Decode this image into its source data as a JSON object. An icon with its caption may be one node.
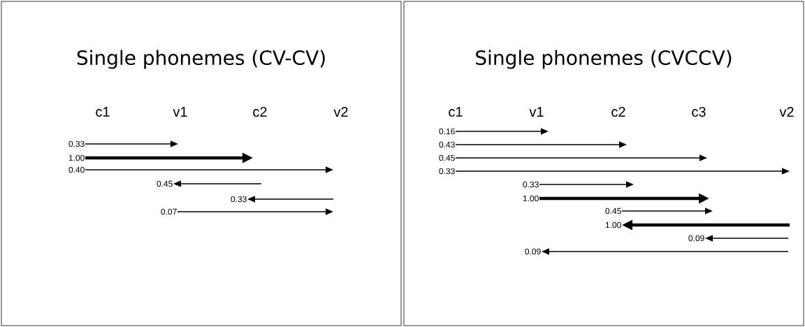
{
  "diagram": {
    "nodes": [
      {
        "text": [
          "Single phonemes (CV-CV)"
        ]
      },
      {
        "text": [
          "0.33"
        ],
        "in": 0
      },
      {
        "text": [
          "1.00"
        ],
        "in": 0
      },
      {
        "text": [
          "0.40"
        ],
        "in": 0
      },
      {
        "text": [
          "0.45"
        ],
        "in": 0
      },
      {
        "text": [
          "0.33"
        ],
        "in": 0
      },
      {
        "text": [
          "0.07"
        ],
        "in": 0
      },
      {
        "text": [
          "Single phonemes (CVCCV)"
        ]
      },
      {
        "text": [
          "0.16"
        ],
        "in": 7
      },
      {
        "text": [
          "0.43"
        ],
        "in": 7
      },
      {
        "text": [
          "0.45"
        ],
        "in": 7
      },
      {
        "text": [
          "0.33"
        ],
        "in": 7
      },
      {
        "text": [
          "0.33"
        ],
        "in": 7
      },
      {
        "text": [
          "1.00"
        ],
        "in": 7
      },
      {
        "text": [
          "0.45"
        ],
        "in": 7
      },
      {
        "text": [
          "1.00"
        ],
        "in": 7
      },
      {
        "text": [
          "0.09"
        ],
        "in": 7
      },
      {
        "text": [
          "0.09"
        ],
        "in": 7
      }
    ],
    "edges": [
      {
        "from": 1,
        "to": null,
        "arrow": "to"
      },
      {
        "from": 2,
        "to": null,
        "arrow": "to",
        "style": "thick"
      },
      {
        "from": 3,
        "to": null,
        "arrow": "to"
      },
      {
        "from": null,
        "to": 4,
        "arrow": "to"
      },
      {
        "from": null,
        "to": 5,
        "arrow": "to"
      },
      {
        "from": 6,
        "to": null,
        "arrow": "to"
      },
      {
        "from": 8,
        "to": null,
        "arrow": "to"
      },
      {
        "from": 9,
        "to": null,
        "arrow": "to"
      },
      {
        "from": 10,
        "to": null,
        "arrow": "to"
      },
      {
        "from": 11,
        "to": null,
        "arrow": "to"
      },
      {
        "from": 12,
        "to": null,
        "arrow": "to"
      },
      {
        "from": 13,
        "to": null,
        "arrow": "to",
        "style": "thick"
      },
      {
        "from": 14,
        "to": null,
        "arrow": "to"
      },
      {
        "from": null,
        "to": 15,
        "arrow": "to",
        "style": "thick"
      },
      {
        "from": null,
        "to": 16,
        "arrow": "to"
      },
      {
        "from": null,
        "to": 17,
        "arrow": "to"
      }
    ],
    "labels": [
      "c1",
      "v1",
      "c2",
      "v2",
      "c1",
      "v1",
      "c2",
      "c3",
      "v2"
    ]
  }
}
